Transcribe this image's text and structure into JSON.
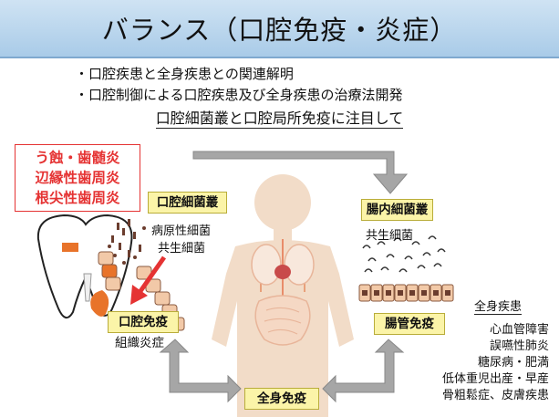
{
  "title": "バランス（口腔免疫・炎症）",
  "bullets": [
    "・口腔疾患と全身疾患との関連解明",
    "・口腔制御による口腔疾患及び全身疾患の治療法開発"
  ],
  "subtitle": "口腔細菌叢と口腔局所免疫に注目して",
  "oral_diseases": [
    "う蝕・歯髄炎",
    "辺縁性歯周炎",
    "根尖性歯周炎"
  ],
  "labels": {
    "oral_flora": "口腔細菌叢",
    "pathogenic_bacteria": "病原性細菌",
    "commensal_bacteria_oral": "共生細菌",
    "gut_flora": "腸内細菌叢",
    "commensal_bacteria_gut": "共生細菌",
    "oral_immunity": "口腔免疫",
    "tissue_inflammation": "組織炎症",
    "gut_immunity": "腸管免疫",
    "systemic_immunity": "全身免疫"
  },
  "systemic_diseases": {
    "title": "全身疾患",
    "items": [
      "心血管障害",
      "誤嚥性肺炎",
      "糖尿病・肥満",
      "低体重児出産・早産",
      "骨粗鬆症、皮膚疾患"
    ]
  },
  "colors": {
    "title_bar": "#a9cbe8",
    "oral_disease_text": "#e53333",
    "label_box": "#fbf4a8",
    "arrow_gray": "#a6a6a6",
    "body_tan": "#f2dcc8",
    "tooth_orange": "#e8732a",
    "bacteria_brown": "#6b3d2e"
  },
  "icons": [
    "tooth-icon",
    "human-body-icon",
    "intestinal-epithelium-icon",
    "bacteria-icon"
  ]
}
